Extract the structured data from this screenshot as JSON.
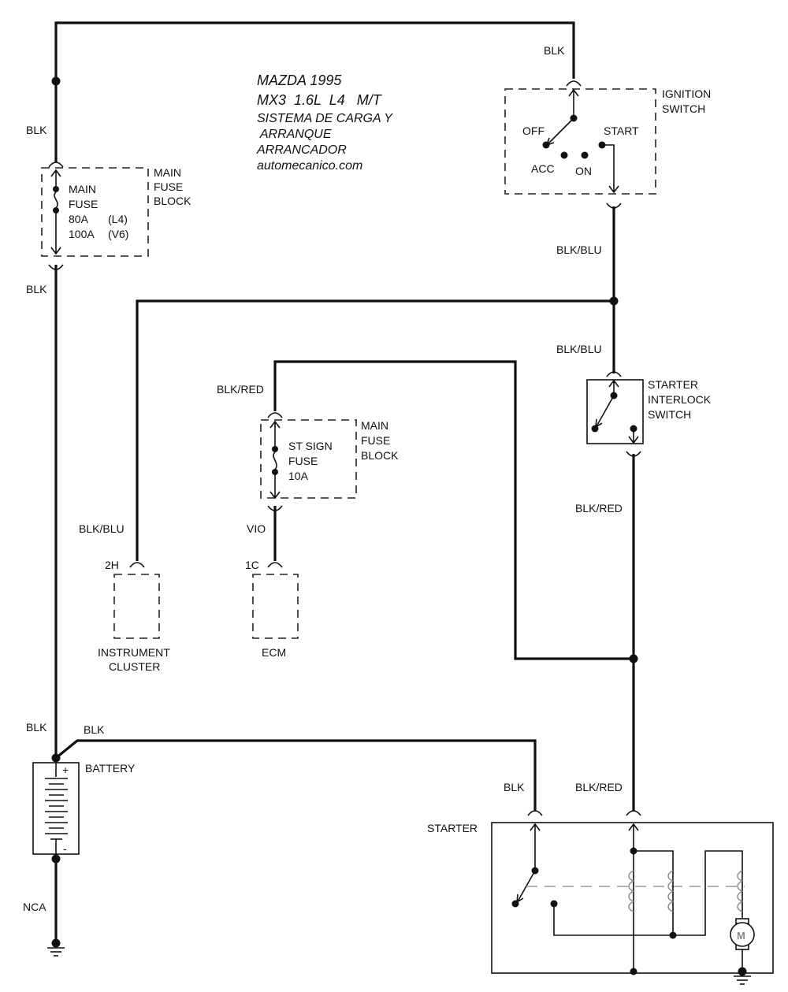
{
  "title": {
    "make_year": "MAZDA 1995",
    "model": "MX3  1.6L  L4   M/T",
    "system_line1": "SISTEMA DE CARGA Y",
    "system_line2": " ARRANQUE",
    "subsystem": "ARRANCADOR",
    "source": "automecanico.com"
  },
  "wires": {
    "top_left_blk": "BLK",
    "top_right_blk": "BLK",
    "fuse_out_blk": "BLK",
    "ign_out": "BLK/BLU",
    "interlock_in": "BLK/BLU",
    "cluster_feed": "BLK/BLU",
    "st_fuse_in": "BLK/RED",
    "st_fuse_out": "VIO",
    "interlock_out": "BLK/RED",
    "battery_up": "BLK",
    "battery_to_starter": "BLK",
    "starter_blk": "BLK",
    "starter_blkred": "BLK/RED",
    "ground": "NCA"
  },
  "components": {
    "main_fuse": {
      "block_label": [
        "MAIN",
        "FUSE",
        "BLOCK"
      ],
      "name": [
        "MAIN",
        "FUSE"
      ],
      "ratings": [
        {
          "amps": "80A",
          "engine": "(L4)"
        },
        {
          "amps": "100A",
          "engine": "(V6)"
        }
      ]
    },
    "ignition_switch": {
      "label": [
        "IGNITION",
        "SWITCH"
      ],
      "positions": {
        "off": "OFF",
        "acc": "ACC",
        "on": "ON",
        "start": "START"
      }
    },
    "starter_interlock": {
      "label": [
        "STARTER",
        "INTERLOCK",
        "SWITCH"
      ]
    },
    "st_sign_fuse": {
      "block_label": [
        "MAIN",
        "FUSE",
        "BLOCK"
      ],
      "name": [
        "ST SIGN",
        "FUSE"
      ],
      "rating": "10A"
    },
    "instrument_cluster": {
      "pin": "2H",
      "label": [
        "INSTRUMENT",
        "CLUSTER"
      ]
    },
    "ecm": {
      "pin": "1C",
      "label": "ECM"
    },
    "battery": {
      "label": "BATTERY",
      "pos": "+",
      "neg": "-"
    },
    "starter": {
      "label": "STARTER",
      "motor": "M"
    }
  }
}
